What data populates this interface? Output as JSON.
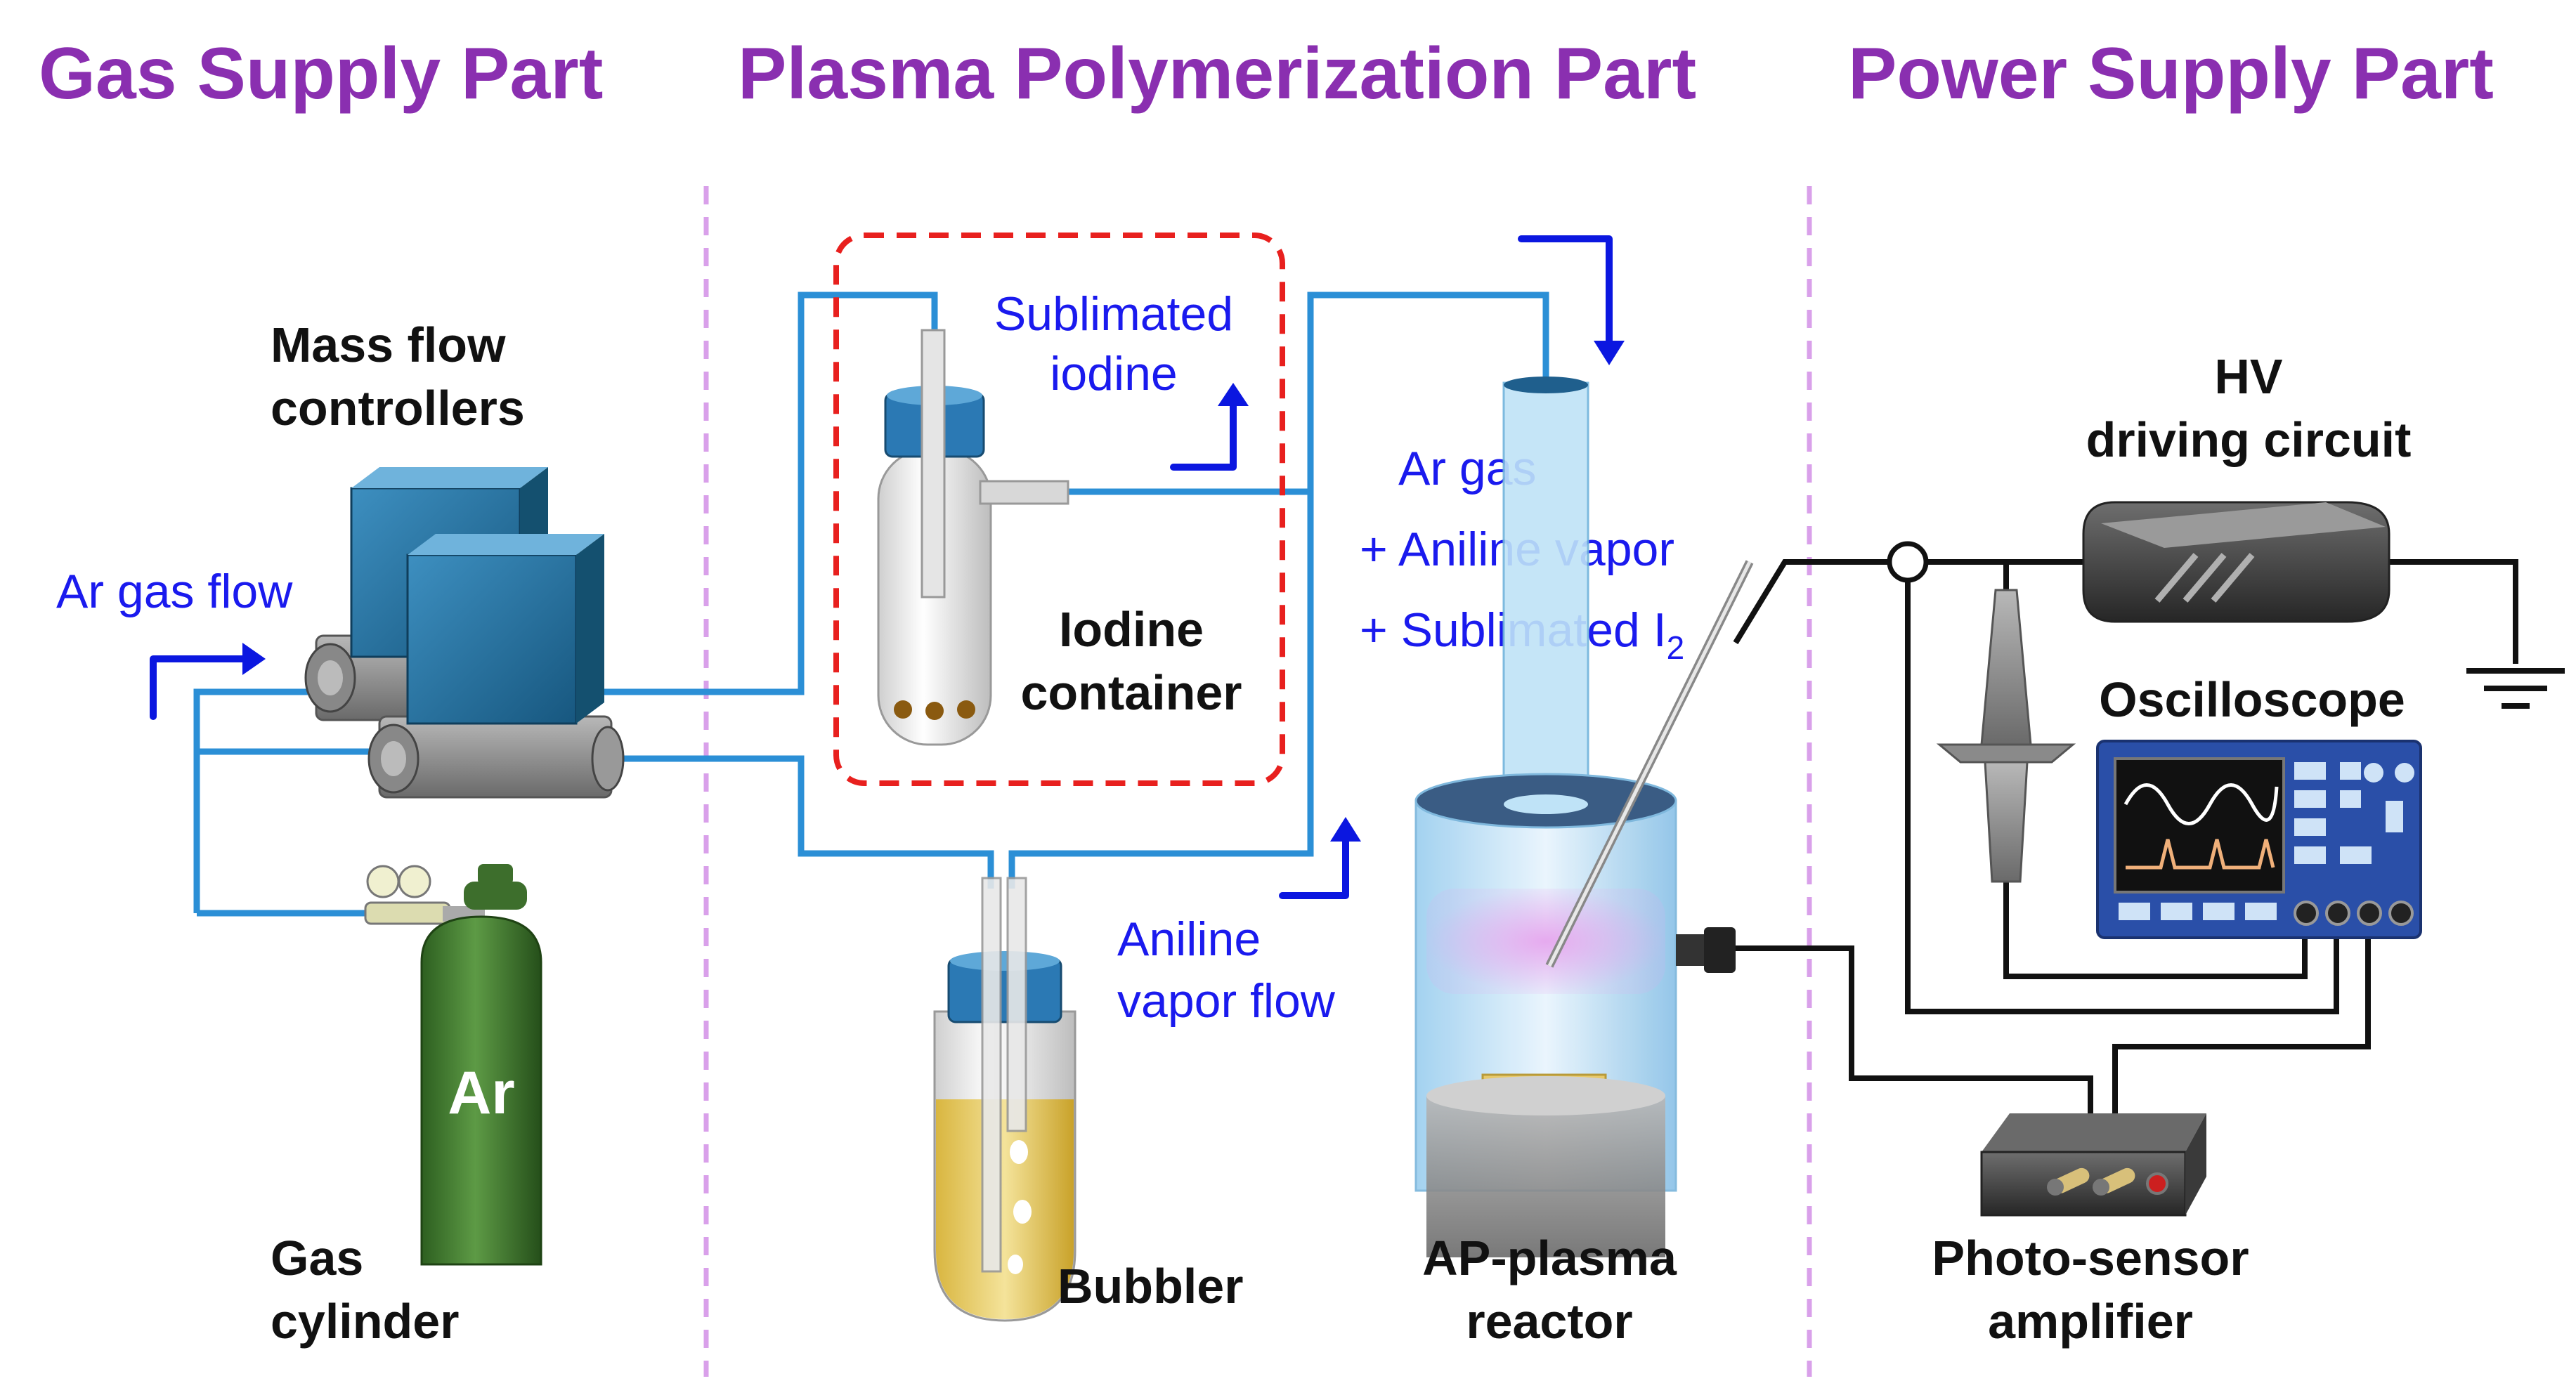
{
  "sections": {
    "gas_supply": "Gas Supply Part",
    "plasma_polymerization": "Plasma Polymerization Part",
    "power_supply": "Power Supply Part"
  },
  "labels": {
    "mfc_line1": "Mass flow",
    "mfc_line2": "controllers",
    "ar_gas_flow": "Ar gas flow",
    "ar_cylinder": "Ar",
    "gas_cylinder_line1": "Gas",
    "gas_cylinder_line2": "cylinder",
    "sublimated_line1": "Sublimated",
    "sublimated_line2": "iodine",
    "iodine_line1": "Iodine",
    "iodine_line2": "container",
    "aniline_line1": "Aniline",
    "aniline_line2": "vapor flow",
    "bubbler": "Bubbler",
    "mix_line1": "Ar gas",
    "mix_line2": "+ Aniline vapor",
    "mix_line3": "+ Sublimated I",
    "mix_sub": "2",
    "reactor_line1": "AP-plasma",
    "reactor_line2": "reactor",
    "hv_line1": "HV",
    "hv_line2": "driving circuit",
    "oscilloscope": "Oscilloscope",
    "photo_line1": "Photo-sensor",
    "photo_line2": "amplifier"
  },
  "colors": {
    "section_title": "#8a2fb0",
    "flow_text": "#1a1aee",
    "pipe": "#2b8fd6",
    "iodine_box": "#e8201e",
    "plasma_glow": "#e6a6ee",
    "cylinder": "#3f7a2e"
  },
  "icons": [
    "mass-flow-controller-icon",
    "gas-cylinder-icon",
    "iodine-container-icon",
    "bubbler-icon",
    "plasma-reactor-icon",
    "hv-driving-circuit-icon",
    "oscilloscope-icon",
    "hv-probe-icon",
    "photo-sensor-amplifier-icon",
    "ground-icon",
    "current-probe-icon"
  ]
}
